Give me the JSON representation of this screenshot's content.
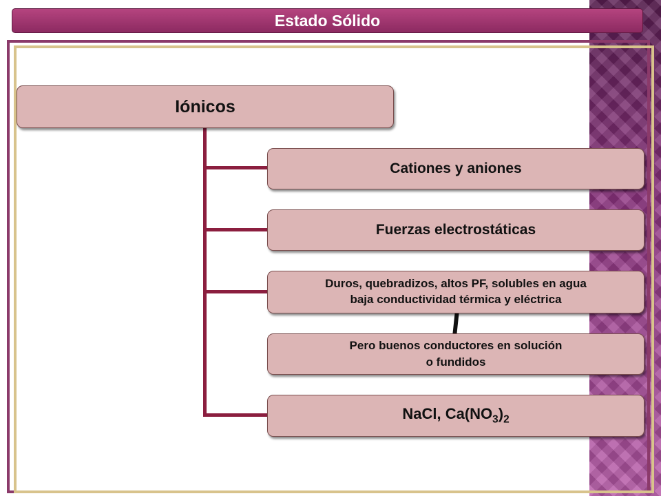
{
  "title": "Estado Sólido",
  "root": {
    "label": "Iónicos"
  },
  "nodes": [
    {
      "id": "cationes",
      "lines": [
        "Cationes y aniones"
      ]
    },
    {
      "id": "fuerzas",
      "lines": [
        "Fuerzas electrostáticas"
      ]
    },
    {
      "id": "propiedades",
      "lines": [
        "Duros, quebradizos, altos PF, solubles en agua",
        "baja conductividad térmica y eléctrica"
      ]
    },
    {
      "id": "conductores",
      "lines": [
        "Pero buenos conductores en solución",
        "o fundidos"
      ]
    },
    {
      "id": "ejemplos",
      "formula": {
        "prefix": "NaCl, Ca(NO",
        "sub1": "3",
        "mid": ")",
        "sub2": "2"
      }
    }
  ],
  "colors": {
    "title_bar": "#a2366f",
    "box_fill": "#dcb5b5",
    "connector": "#8b1e3f",
    "frame_outer": "#8b3a6a",
    "frame_inner": "#d8c38c",
    "side_pattern": "#9a3b8c"
  }
}
